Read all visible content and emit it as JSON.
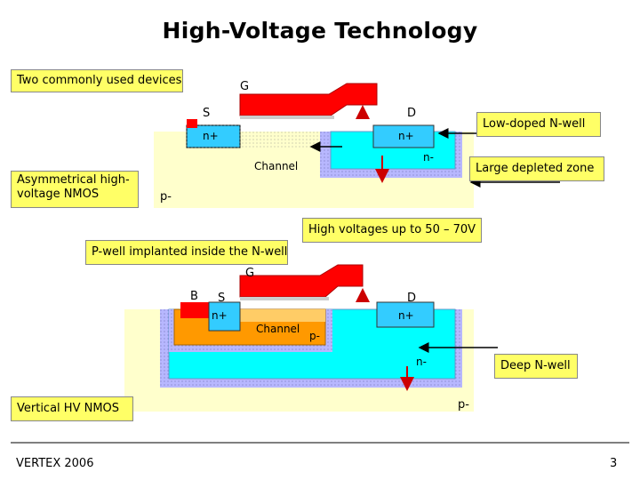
{
  "title": "High-Voltage Technology",
  "section1": {
    "caption": "Two commonly used devices",
    "device_label": "Asymmetrical high-voltage NMOS",
    "gate": "G",
    "source": "S",
    "drain": "D",
    "n_plus_left": "n+",
    "n_plus_right": "n+",
    "n_minus": "n-",
    "channel": "Channel",
    "substrate": "p-",
    "callout_nwell": "Low-doped N-well",
    "callout_depleted": "Large depleted zone"
  },
  "high_voltage_note": "High voltages up to 50 – 70V",
  "section2": {
    "caption": "P-well implanted inside the N-well",
    "device_label": "Vertical HV NMOS",
    "gate": "G",
    "bulk": "B",
    "source": "S",
    "drain": "D",
    "n_plus_left": "n+",
    "n_plus_right": "n+",
    "channel": "Channel",
    "pwell": "p-",
    "n_minus": "n-",
    "substrate": "p-",
    "callout_deepnwell": "Deep N-well"
  },
  "footer": {
    "left": "VERTEX 2006",
    "page": "3"
  },
  "colors": {
    "substrate": "#ffffcc",
    "nwell": "#00ffff",
    "depletion": "#b7b7ff",
    "gate": "#ff0000",
    "pwell": "#ff9900",
    "nplus": "#33ccff",
    "box": "#ffff66"
  }
}
